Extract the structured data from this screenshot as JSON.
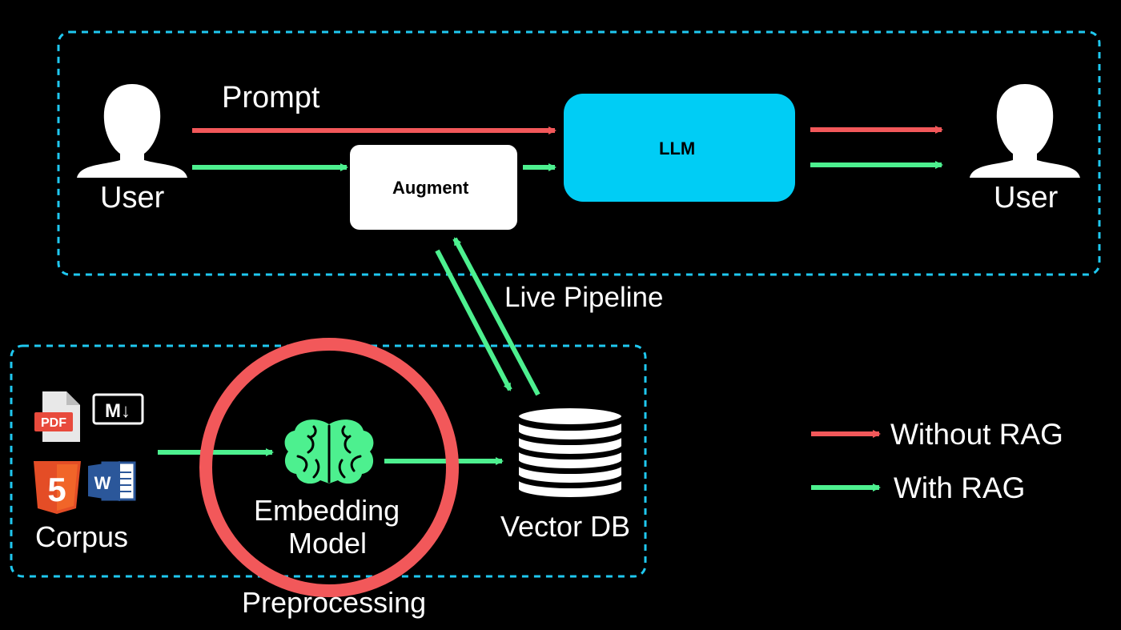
{
  "prompt_label": "Prompt",
  "user_left_label": "User",
  "user_right_label": "User",
  "augment_label": "Augment",
  "llm_label": "LLM",
  "live_pipeline_label": "Live Pipeline",
  "corpus_label": "Corpus",
  "embedding_label_line1": "Embedding",
  "embedding_label_line2": "Model",
  "vector_db_label": "Vector DB",
  "preprocessing_label": "Preprocessing",
  "legend": {
    "without_rag": "Without RAG",
    "with_rag": "With RAG"
  },
  "file_icons": {
    "pdf": "PDF",
    "markdown": "M↓",
    "html": "5",
    "word": "W"
  },
  "colors": {
    "background": "#000000",
    "dashed_border": "#1fc8f0",
    "red_arrow": "#f2585a",
    "green_arrow": "#4df08f",
    "llm_box": "#00cdf5",
    "augment_box": "#ffffff",
    "highlight_circle": "#f2585a"
  }
}
